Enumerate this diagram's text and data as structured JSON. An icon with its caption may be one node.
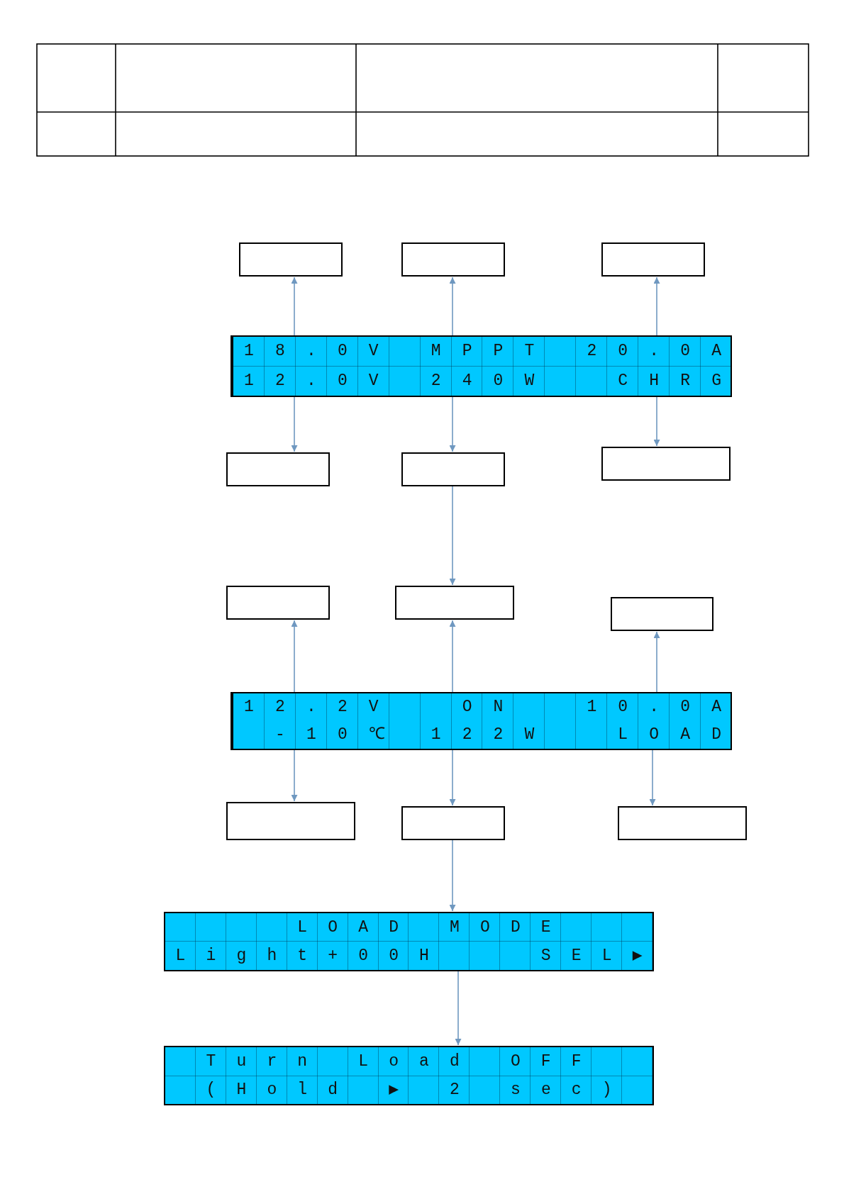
{
  "diagram": {
    "nodes": [
      {
        "text": [],
        "shape": "box"
      },
      {
        "text": [],
        "shape": "box"
      },
      {
        "text": [],
        "shape": "box"
      },
      {
        "text": [
          "18.0V MPPT 20.0A",
          "12.0V 240W",
          "CHRG"
        ]
      },
      {
        "text": [],
        "shape": "box"
      },
      {
        "text": [],
        "shape": "box"
      },
      {
        "text": [],
        "shape": "box"
      },
      {
        "text": [],
        "shape": "box"
      },
      {
        "text": [],
        "shape": "box"
      },
      {
        "text": [],
        "shape": "box"
      },
      {
        "text": [
          "12.2V",
          "ON",
          "10.0A",
          "-10℃",
          "122W",
          "LOAD"
        ]
      },
      {
        "text": [],
        "shape": "box"
      },
      {
        "text": [],
        "shape": "box"
      },
      {
        "text": [],
        "shape": "box"
      },
      {
        "text": [
          "LOAD MODE",
          "Light+00H",
          "SEL▶"
        ]
      },
      {
        "text": [
          "Turn Load OFF",
          "(Hold ▶ 2 sec)"
        ]
      }
    ],
    "edges": [
      {
        "from": 3,
        "to": 0,
        "arrow": "to"
      },
      {
        "from": 3,
        "to": 1,
        "arrow": "to"
      },
      {
        "from": 3,
        "to": 2,
        "arrow": "to"
      },
      {
        "from": 3,
        "to": 4,
        "arrow": "to"
      },
      {
        "from": 3,
        "to": 5,
        "arrow": "to"
      },
      {
        "from": 3,
        "to": 6,
        "arrow": "to"
      },
      {
        "from": 5,
        "to": 8,
        "arrow": "to"
      },
      {
        "from": 10,
        "to": 7,
        "arrow": "to"
      },
      {
        "from": 10,
        "to": 8,
        "arrow": "to"
      },
      {
        "from": 10,
        "to": 9,
        "arrow": "to"
      },
      {
        "from": 10,
        "to": 11,
        "arrow": "to"
      },
      {
        "from": 10,
        "to": 12,
        "arrow": "to"
      },
      {
        "from": 10,
        "to": 13,
        "arrow": "to"
      },
      {
        "from": 12,
        "to": 14,
        "arrow": "to"
      },
      {
        "from": 14,
        "to": 15,
        "arrow": "to"
      }
    ]
  }
}
